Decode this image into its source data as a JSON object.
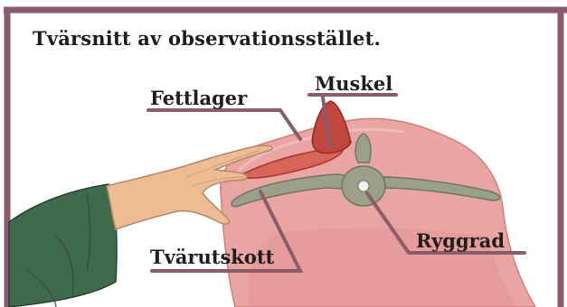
{
  "title": "Tvärsnitt av observationsstället.",
  "labels": {
    "fat": "Fettlager",
    "muscle": "Muskel",
    "spine": "Ryggrad",
    "process": "Tvärutskott"
  },
  "colors": {
    "frame": "#8a5a6e",
    "leader": "#8b5c6b",
    "body": "#e8a2a0",
    "muscle": "#c0473d",
    "bone": "#9aa08a",
    "sleeve": "#3f6b4c",
    "skin": "#ecbc93"
  }
}
